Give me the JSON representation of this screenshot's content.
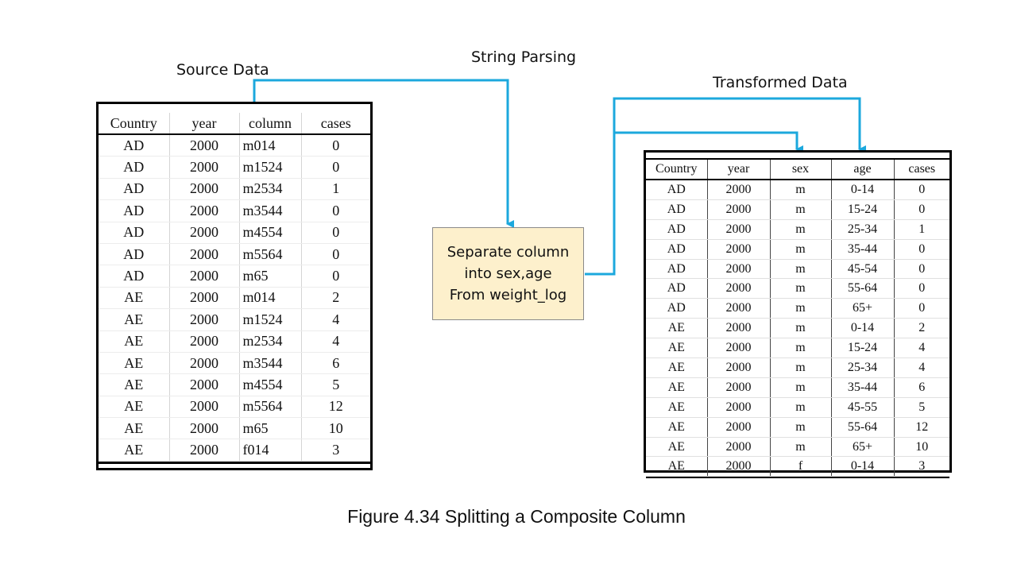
{
  "labels": {
    "source": "Source Data",
    "parsing": "String Parsing",
    "transformed": "Transformed Data"
  },
  "process_box": "Separate column\ninto sex,age\nFrom weight_log",
  "caption": "Figure 4.34 Splitting a Composite Column",
  "colors": {
    "arrow": "#1ca8dd",
    "process_fill": "#fdf0cc"
  },
  "source_table": {
    "headers": [
      "Country",
      "year",
      "column",
      "cases"
    ],
    "rows": [
      [
        "AD",
        "2000",
        "m014",
        "0"
      ],
      [
        "AD",
        "2000",
        "m1524",
        "0"
      ],
      [
        "AD",
        "2000",
        "m2534",
        "1"
      ],
      [
        "AD",
        "2000",
        "m3544",
        "0"
      ],
      [
        "AD",
        "2000",
        "m4554",
        "0"
      ],
      [
        "AD",
        "2000",
        "m5564",
        "0"
      ],
      [
        "AD",
        "2000",
        "m65",
        "0"
      ],
      [
        "AE",
        "2000",
        "m014",
        "2"
      ],
      [
        "AE",
        "2000",
        "m1524",
        "4"
      ],
      [
        "AE",
        "2000",
        "m2534",
        "4"
      ],
      [
        "AE",
        "2000",
        "m3544",
        "6"
      ],
      [
        "AE",
        "2000",
        "m4554",
        "5"
      ],
      [
        "AE",
        "2000",
        "m5564",
        "12"
      ],
      [
        "AE",
        "2000",
        "m65",
        "10"
      ],
      [
        "AE",
        "2000",
        "f014",
        "3"
      ]
    ]
  },
  "transformed_table": {
    "headers": [
      "Country",
      "year",
      "sex",
      "age",
      "cases"
    ],
    "rows": [
      [
        "AD",
        "2000",
        "m",
        "0-14",
        "0"
      ],
      [
        "AD",
        "2000",
        "m",
        "15-24",
        "0"
      ],
      [
        "AD",
        "2000",
        "m",
        "25-34",
        "1"
      ],
      [
        "AD",
        "2000",
        "m",
        "35-44",
        "0"
      ],
      [
        "AD",
        "2000",
        "m",
        "45-54",
        "0"
      ],
      [
        "AD",
        "2000",
        "m",
        "55-64",
        "0"
      ],
      [
        "AD",
        "2000",
        "m",
        "65+",
        "0"
      ],
      [
        "AE",
        "2000",
        "m",
        "0-14",
        "2"
      ],
      [
        "AE",
        "2000",
        "m",
        "15-24",
        "4"
      ],
      [
        "AE",
        "2000",
        "m",
        "25-34",
        "4"
      ],
      [
        "AE",
        "2000",
        "m",
        "35-44",
        "6"
      ],
      [
        "AE",
        "2000",
        "m",
        "45-55",
        "5"
      ],
      [
        "AE",
        "2000",
        "m",
        "55-64",
        "12"
      ],
      [
        "AE",
        "2000",
        "m",
        "65+",
        "10"
      ],
      [
        "AE",
        "2000",
        "f",
        "0-14",
        "3"
      ]
    ]
  }
}
